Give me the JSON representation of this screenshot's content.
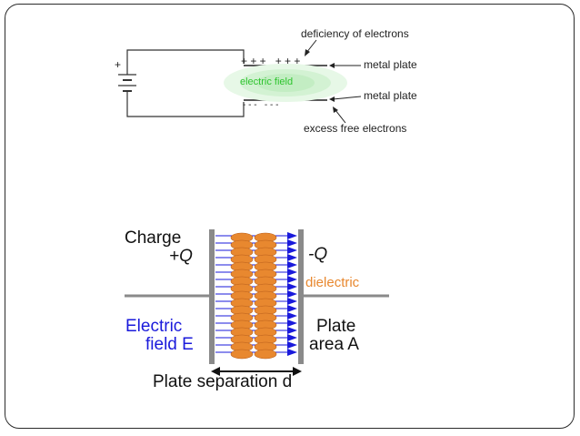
{
  "circuit": {
    "plus_sign": "+",
    "top_charges": "+ + +   + + +",
    "bottom_charges": "- - -   - - -",
    "field_label": "electric field",
    "label_deficiency": "deficiency of electrons",
    "label_metal_plate_top": "metal plate",
    "label_metal_plate_bottom": "metal plate",
    "label_excess": "excess free electrons"
  },
  "capacitor": {
    "charge_line1": "Charge",
    "charge_line2": "+Q",
    "neg_charge": "-Q",
    "dielectric": "dielectric",
    "field_line1": "Electric",
    "field_line2": "field E",
    "plate_line1": "Plate",
    "plate_line2": "area A",
    "separation": "Plate separation d"
  },
  "colors": {
    "field_green": "#2ec42e",
    "dielectric_orange": "#e8882f",
    "field_blue": "#1a1adb",
    "plate_gray": "#8a8a8a"
  }
}
